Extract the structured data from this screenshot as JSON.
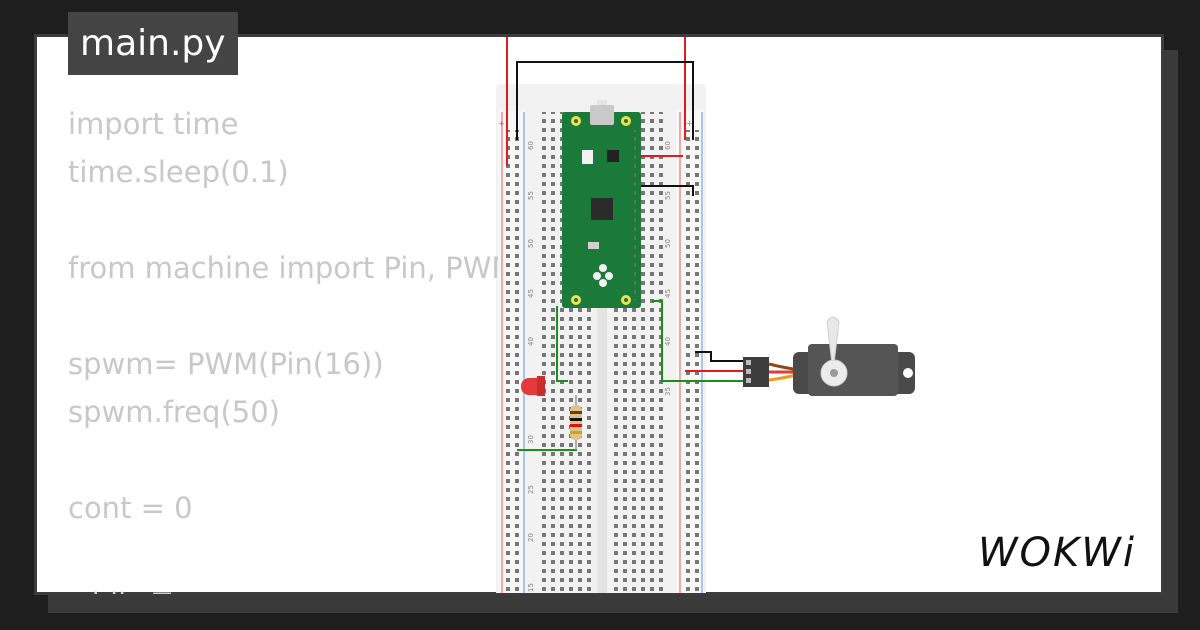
{
  "editor": {
    "file_tab": "main.py",
    "code_lines": [
      "import time",
      "time.sleep(0.1)",
      "",
      "from machine import Pin, PWM",
      "",
      "spwm= PWM(Pin(16))",
      "spwm.freq(50)",
      "",
      "cont = 0",
      "",
      "while True:"
    ]
  },
  "brand": {
    "logo_text": "WOKWi"
  },
  "colors": {
    "background": "#1e1e1e",
    "canvas": "#ffffff",
    "code_text": "#c8c8c8",
    "pico_board": "#1b7a3a",
    "wire_red": "#e01b1b",
    "wire_black": "#111111",
    "wire_green": "#1a8f1a",
    "led": "#e53a3a",
    "servo_body": "#4a4a4a"
  }
}
